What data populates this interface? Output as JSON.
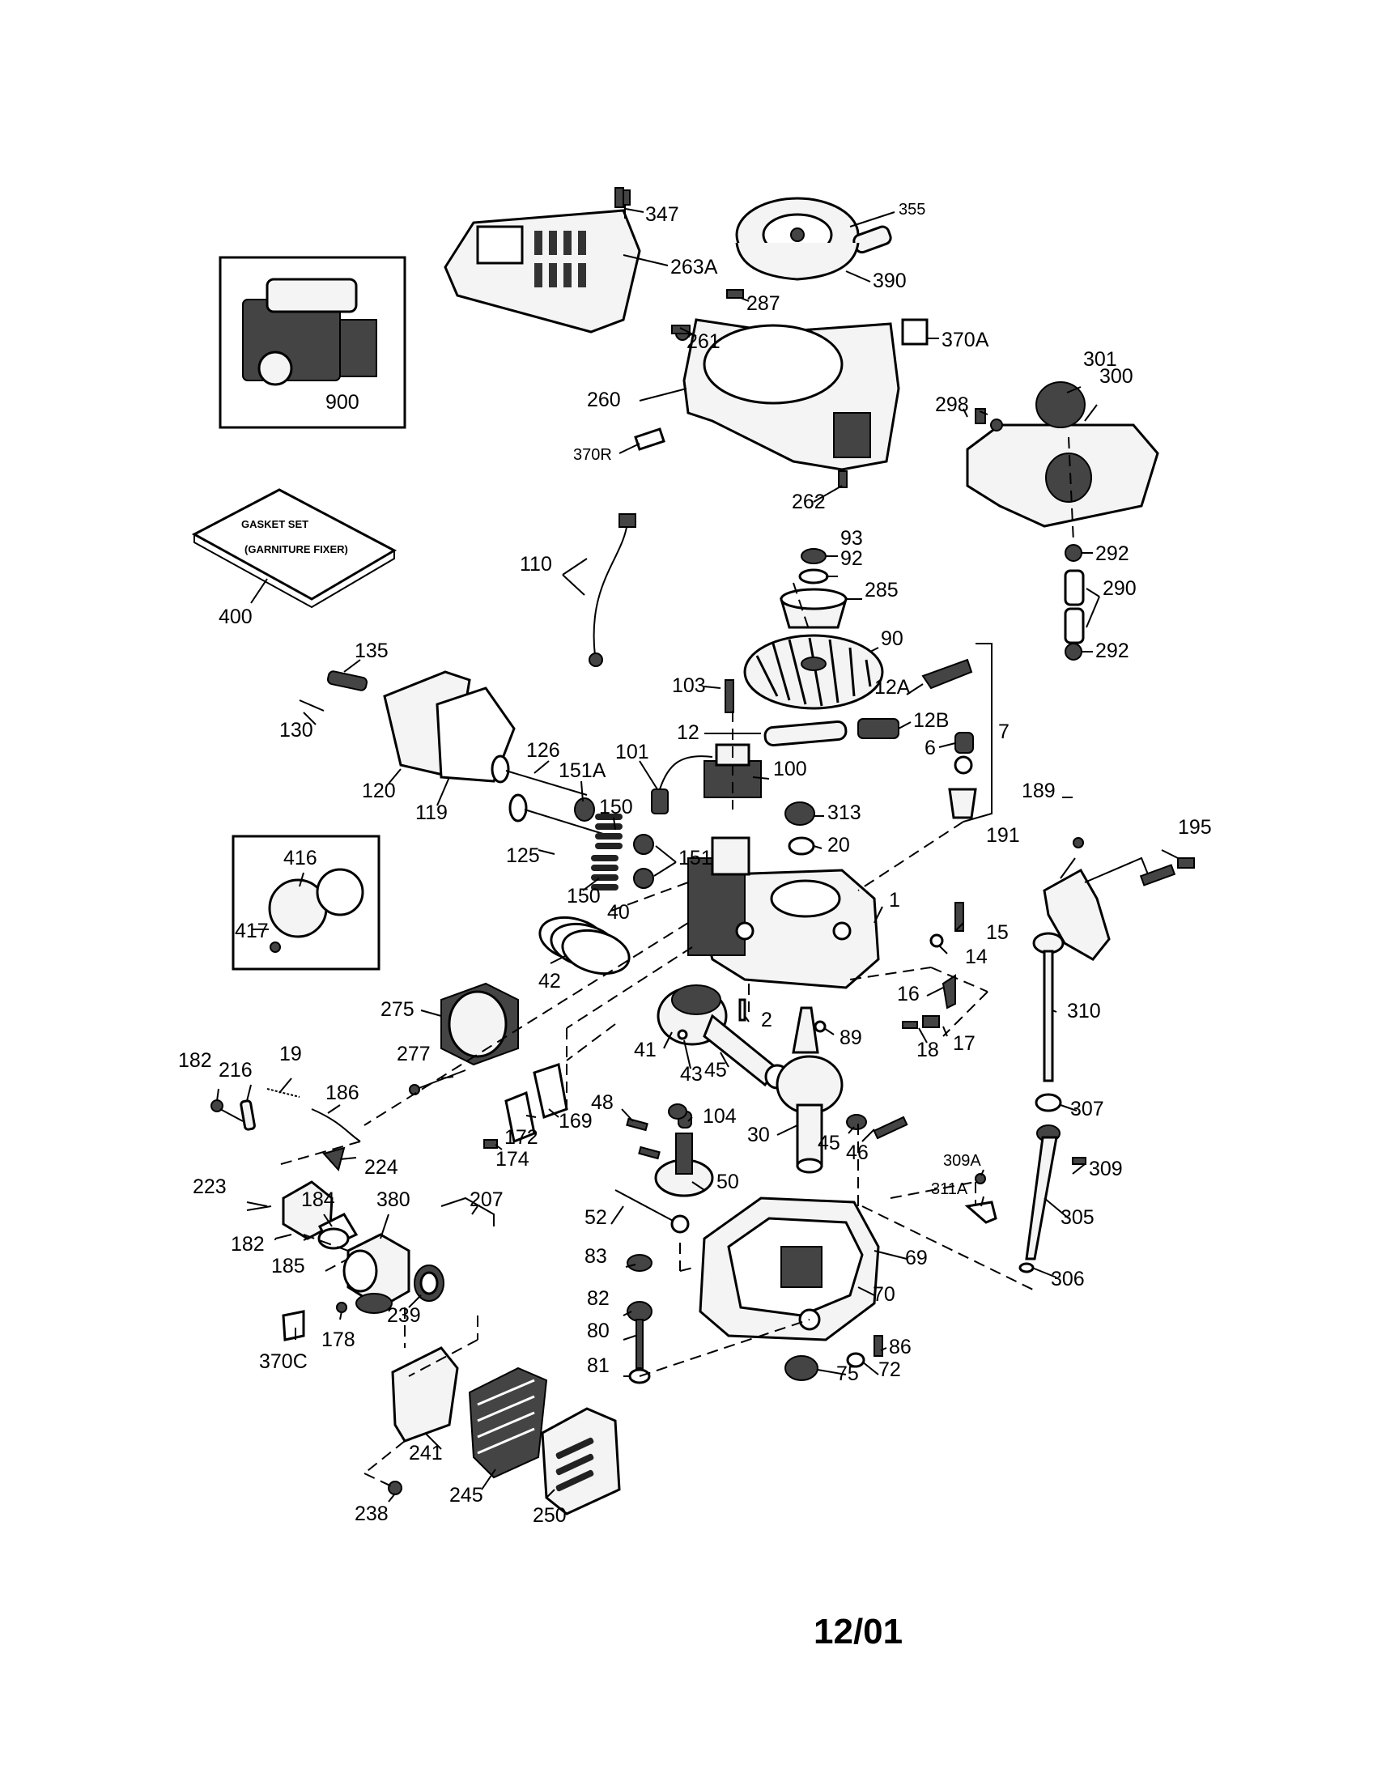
{
  "diagram": {
    "date_code": "12/01",
    "inset_engine_label": "900",
    "gasket_set": {
      "line1": "GASKET SET",
      "line2": "(GARNITURE FIXER)",
      "label": "400"
    },
    "labels": [
      {
        "id": "347",
        "text": "347"
      },
      {
        "id": "263A",
        "text": "263A"
      },
      {
        "id": "355",
        "text": "355"
      },
      {
        "id": "390",
        "text": "390"
      },
      {
        "id": "287",
        "text": "287"
      },
      {
        "id": "261",
        "text": "261"
      },
      {
        "id": "370A",
        "text": "370A"
      },
      {
        "id": "260",
        "text": "260"
      },
      {
        "id": "370R",
        "text": "370R"
      },
      {
        "id": "262",
        "text": "262"
      },
      {
        "id": "301",
        "text": "301"
      },
      {
        "id": "300",
        "text": "300"
      },
      {
        "id": "298",
        "text": "298"
      },
      {
        "id": "292a",
        "text": "292"
      },
      {
        "id": "290",
        "text": "290"
      },
      {
        "id": "292b",
        "text": "292"
      },
      {
        "id": "110",
        "text": "110"
      },
      {
        "id": "93",
        "text": "93"
      },
      {
        "id": "92",
        "text": "92"
      },
      {
        "id": "285",
        "text": "285"
      },
      {
        "id": "90",
        "text": "90"
      },
      {
        "id": "103",
        "text": "103"
      },
      {
        "id": "12A",
        "text": "12A"
      },
      {
        "id": "12",
        "text": "12"
      },
      {
        "id": "12B",
        "text": "12B"
      },
      {
        "id": "6",
        "text": "6"
      },
      {
        "id": "7",
        "text": "7"
      },
      {
        "id": "135",
        "text": "135"
      },
      {
        "id": "130",
        "text": "130"
      },
      {
        "id": "120",
        "text": "120"
      },
      {
        "id": "119",
        "text": "119"
      },
      {
        "id": "126",
        "text": "126"
      },
      {
        "id": "151A",
        "text": "151A"
      },
      {
        "id": "101",
        "text": "101"
      },
      {
        "id": "100",
        "text": "100"
      },
      {
        "id": "150a",
        "text": "150"
      },
      {
        "id": "313",
        "text": "313"
      },
      {
        "id": "20",
        "text": "20"
      },
      {
        "id": "151",
        "text": "151"
      },
      {
        "id": "125",
        "text": "125"
      },
      {
        "id": "150b",
        "text": "150"
      },
      {
        "id": "189",
        "text": "189"
      },
      {
        "id": "191",
        "text": "191"
      },
      {
        "id": "195",
        "text": "195"
      },
      {
        "id": "416",
        "text": "416"
      },
      {
        "id": "417",
        "text": "417"
      },
      {
        "id": "40",
        "text": "40"
      },
      {
        "id": "1",
        "text": "1"
      },
      {
        "id": "15",
        "text": "15"
      },
      {
        "id": "14",
        "text": "14"
      },
      {
        "id": "42",
        "text": "42"
      },
      {
        "id": "275",
        "text": "275"
      },
      {
        "id": "16",
        "text": "16"
      },
      {
        "id": "310",
        "text": "310"
      },
      {
        "id": "2",
        "text": "2"
      },
      {
        "id": "89",
        "text": "89"
      },
      {
        "id": "18",
        "text": "18"
      },
      {
        "id": "17",
        "text": "17"
      },
      {
        "id": "41",
        "text": "41"
      },
      {
        "id": "277",
        "text": "277"
      },
      {
        "id": "43",
        "text": "43"
      },
      {
        "id": "45a",
        "text": "45"
      },
      {
        "id": "182a",
        "text": "182"
      },
      {
        "id": "216",
        "text": "216"
      },
      {
        "id": "19",
        "text": "19"
      },
      {
        "id": "186",
        "text": "186"
      },
      {
        "id": "169",
        "text": "169"
      },
      {
        "id": "48",
        "text": "48"
      },
      {
        "id": "104",
        "text": "104"
      },
      {
        "id": "30",
        "text": "30"
      },
      {
        "id": "45b",
        "text": "45"
      },
      {
        "id": "46",
        "text": "46"
      },
      {
        "id": "307",
        "text": "307"
      },
      {
        "id": "172",
        "text": "172"
      },
      {
        "id": "174",
        "text": "174"
      },
      {
        "id": "224",
        "text": "224"
      },
      {
        "id": "309A",
        "text": "309A"
      },
      {
        "id": "309",
        "text": "309"
      },
      {
        "id": "50",
        "text": "50"
      },
      {
        "id": "311A",
        "text": "311A"
      },
      {
        "id": "223",
        "text": "223"
      },
      {
        "id": "184",
        "text": "184"
      },
      {
        "id": "380",
        "text": "380"
      },
      {
        "id": "207",
        "text": "207"
      },
      {
        "id": "52",
        "text": "52"
      },
      {
        "id": "305",
        "text": "305"
      },
      {
        "id": "182b",
        "text": "182"
      },
      {
        "id": "185",
        "text": "185"
      },
      {
        "id": "83",
        "text": "83"
      },
      {
        "id": "69",
        "text": "69"
      },
      {
        "id": "306",
        "text": "306"
      },
      {
        "id": "82",
        "text": "82"
      },
      {
        "id": "70",
        "text": "70"
      },
      {
        "id": "178",
        "text": "178"
      },
      {
        "id": "239",
        "text": "239"
      },
      {
        "id": "80",
        "text": "80"
      },
      {
        "id": "86",
        "text": "86"
      },
      {
        "id": "370C",
        "text": "370C"
      },
      {
        "id": "81",
        "text": "81"
      },
      {
        "id": "75",
        "text": "75"
      },
      {
        "id": "72",
        "text": "72"
      },
      {
        "id": "241",
        "text": "241"
      },
      {
        "id": "245",
        "text": "245"
      },
      {
        "id": "250",
        "text": "250"
      },
      {
        "id": "238",
        "text": "238"
      }
    ]
  }
}
